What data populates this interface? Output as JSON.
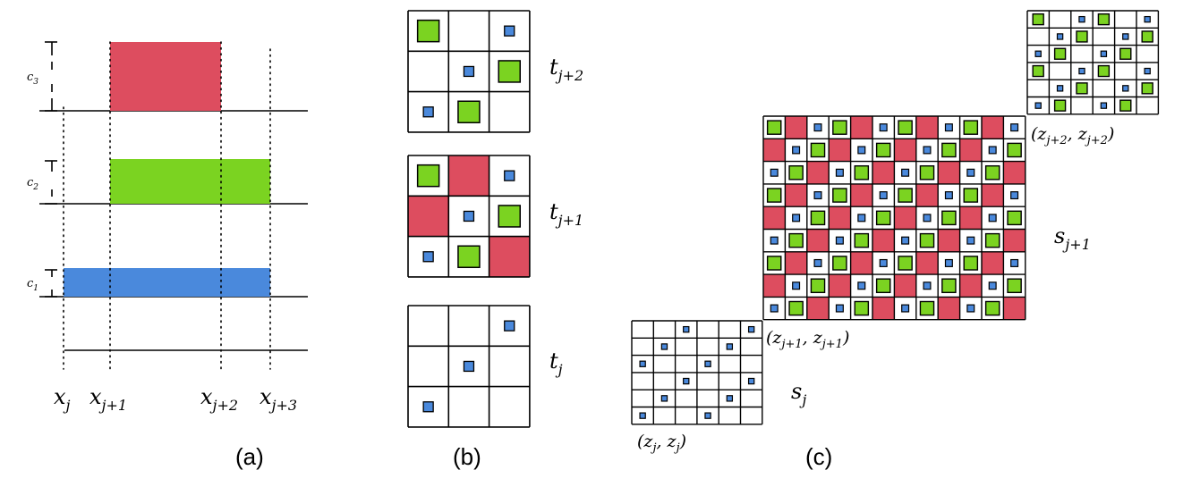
{
  "colors": {
    "red": "#dd4d5f",
    "green": "#7bd321",
    "blue": "#4a89dc",
    "line": "#000000"
  },
  "panel_a": {
    "caption": "(a)",
    "bars": [
      {
        "label": "c",
        "sub": "3",
        "color": "red"
      },
      {
        "label": "c",
        "sub": "2",
        "color": "green"
      },
      {
        "label": "c",
        "sub": "1",
        "color": "blue"
      }
    ],
    "x_labels": [
      {
        "main": "x",
        "sub": "j"
      },
      {
        "main": "x",
        "sub": "j+1"
      },
      {
        "main": "x",
        "sub": "j+2"
      },
      {
        "main": "x",
        "sub": "j+3"
      }
    ]
  },
  "panel_b": {
    "caption": "(b)",
    "grids": [
      {
        "label": "t",
        "sub": "j+2",
        "cells": [
          "g",
          "",
          "b",
          "",
          "b",
          "g",
          "b",
          "g",
          ""
        ]
      },
      {
        "label": "t",
        "sub": "j+1",
        "cells": [
          "g",
          "r",
          "b",
          "r",
          "b",
          "g",
          "b",
          "g",
          "r"
        ]
      },
      {
        "label": "t",
        "sub": "j",
        "cells": [
          "",
          "",
          "b",
          "",
          "b",
          "",
          "b",
          "",
          ""
        ]
      }
    ]
  },
  "panel_c": {
    "caption": "(c)",
    "small_top": {
      "label": "(z",
      "sub1": "j+2",
      "mid": ", z",
      "sub2": "j+2",
      "end": ")"
    },
    "large": {
      "label": "(z",
      "sub1": "j+1",
      "mid": ", z",
      "sub2": "j+1",
      "end": ")"
    },
    "small_bottom": {
      "label": "(z",
      "sub1": "j",
      "mid": ", z",
      "sub2": "j",
      "end": ")"
    },
    "s_upper": {
      "main": "s",
      "sub": "j+1"
    },
    "s_lower": {
      "main": "s",
      "sub": "j"
    }
  }
}
